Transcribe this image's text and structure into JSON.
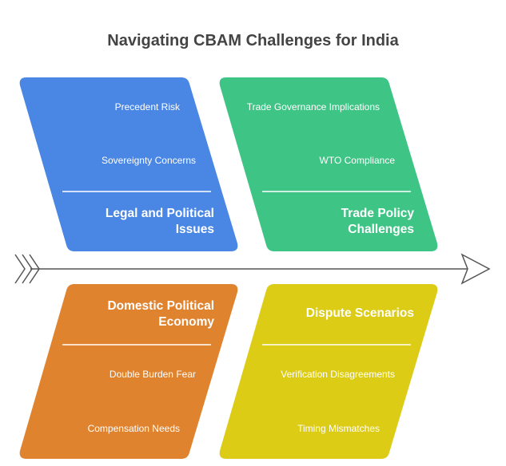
{
  "title": "Navigating CBAM Challenges for India",
  "colors": {
    "legal": "#4A86E4",
    "trade": "#3EC485",
    "domestic": "#E0832F",
    "dispute": "#DDCC15",
    "spine": "#555555",
    "title": "#444444"
  },
  "categories": [
    {
      "heading_line1": "Legal and Political",
      "heading_line2": "Issues",
      "items": [
        "Precedent Risk",
        "Sovereignty Concerns"
      ]
    },
    {
      "heading_line1": "Trade Policy",
      "heading_line2": "Challenges",
      "items": [
        "Trade Governance Implications",
        "WTO Compliance"
      ]
    },
    {
      "heading_line1": "Domestic Political",
      "heading_line2": "Economy",
      "items": [
        "Double Burden Fear",
        "Compensation Needs"
      ]
    },
    {
      "heading_line1": "Dispute Scenarios",
      "items": [
        "Verification Disagreements",
        "Timing Mismatches"
      ]
    }
  ]
}
